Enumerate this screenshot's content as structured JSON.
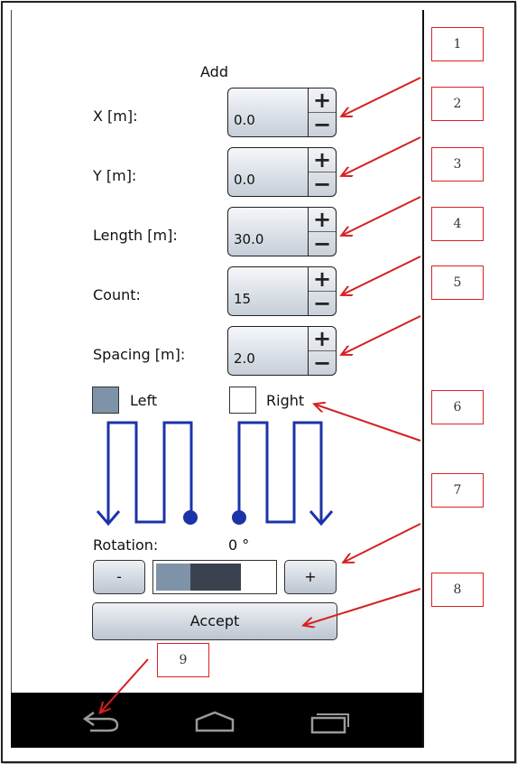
{
  "dialog": {
    "title": "Add"
  },
  "fields": [
    {
      "label": "X [m]:",
      "value": "0.0"
    },
    {
      "label": "Y [m]:",
      "value": "0.0"
    },
    {
      "label": "Length [m]:",
      "value": "30.0"
    },
    {
      "label": "Count:",
      "value": "15"
    },
    {
      "label": "Spacing [m]:",
      "value": "2.0"
    }
  ],
  "stepper": {
    "plus": "+",
    "minus": "−"
  },
  "direction": {
    "left": {
      "label": "Left",
      "checked": true
    },
    "right": {
      "label": "Right",
      "checked": false
    }
  },
  "rotation": {
    "label": "Rotation:",
    "value": "0 °",
    "decrease": "-",
    "increase": "+"
  },
  "accept_label": "Accept",
  "callouts": [
    "1",
    "2",
    "3",
    "4",
    "5",
    "6",
    "7",
    "8",
    "9"
  ],
  "colors": {
    "annotation": "#d62020",
    "pattern": "#1c33a8",
    "checked_fill": "#7f93a8",
    "slider_dark": "#3a4250"
  },
  "nav_icons": [
    "back-icon",
    "home-icon",
    "recent-apps-icon"
  ]
}
